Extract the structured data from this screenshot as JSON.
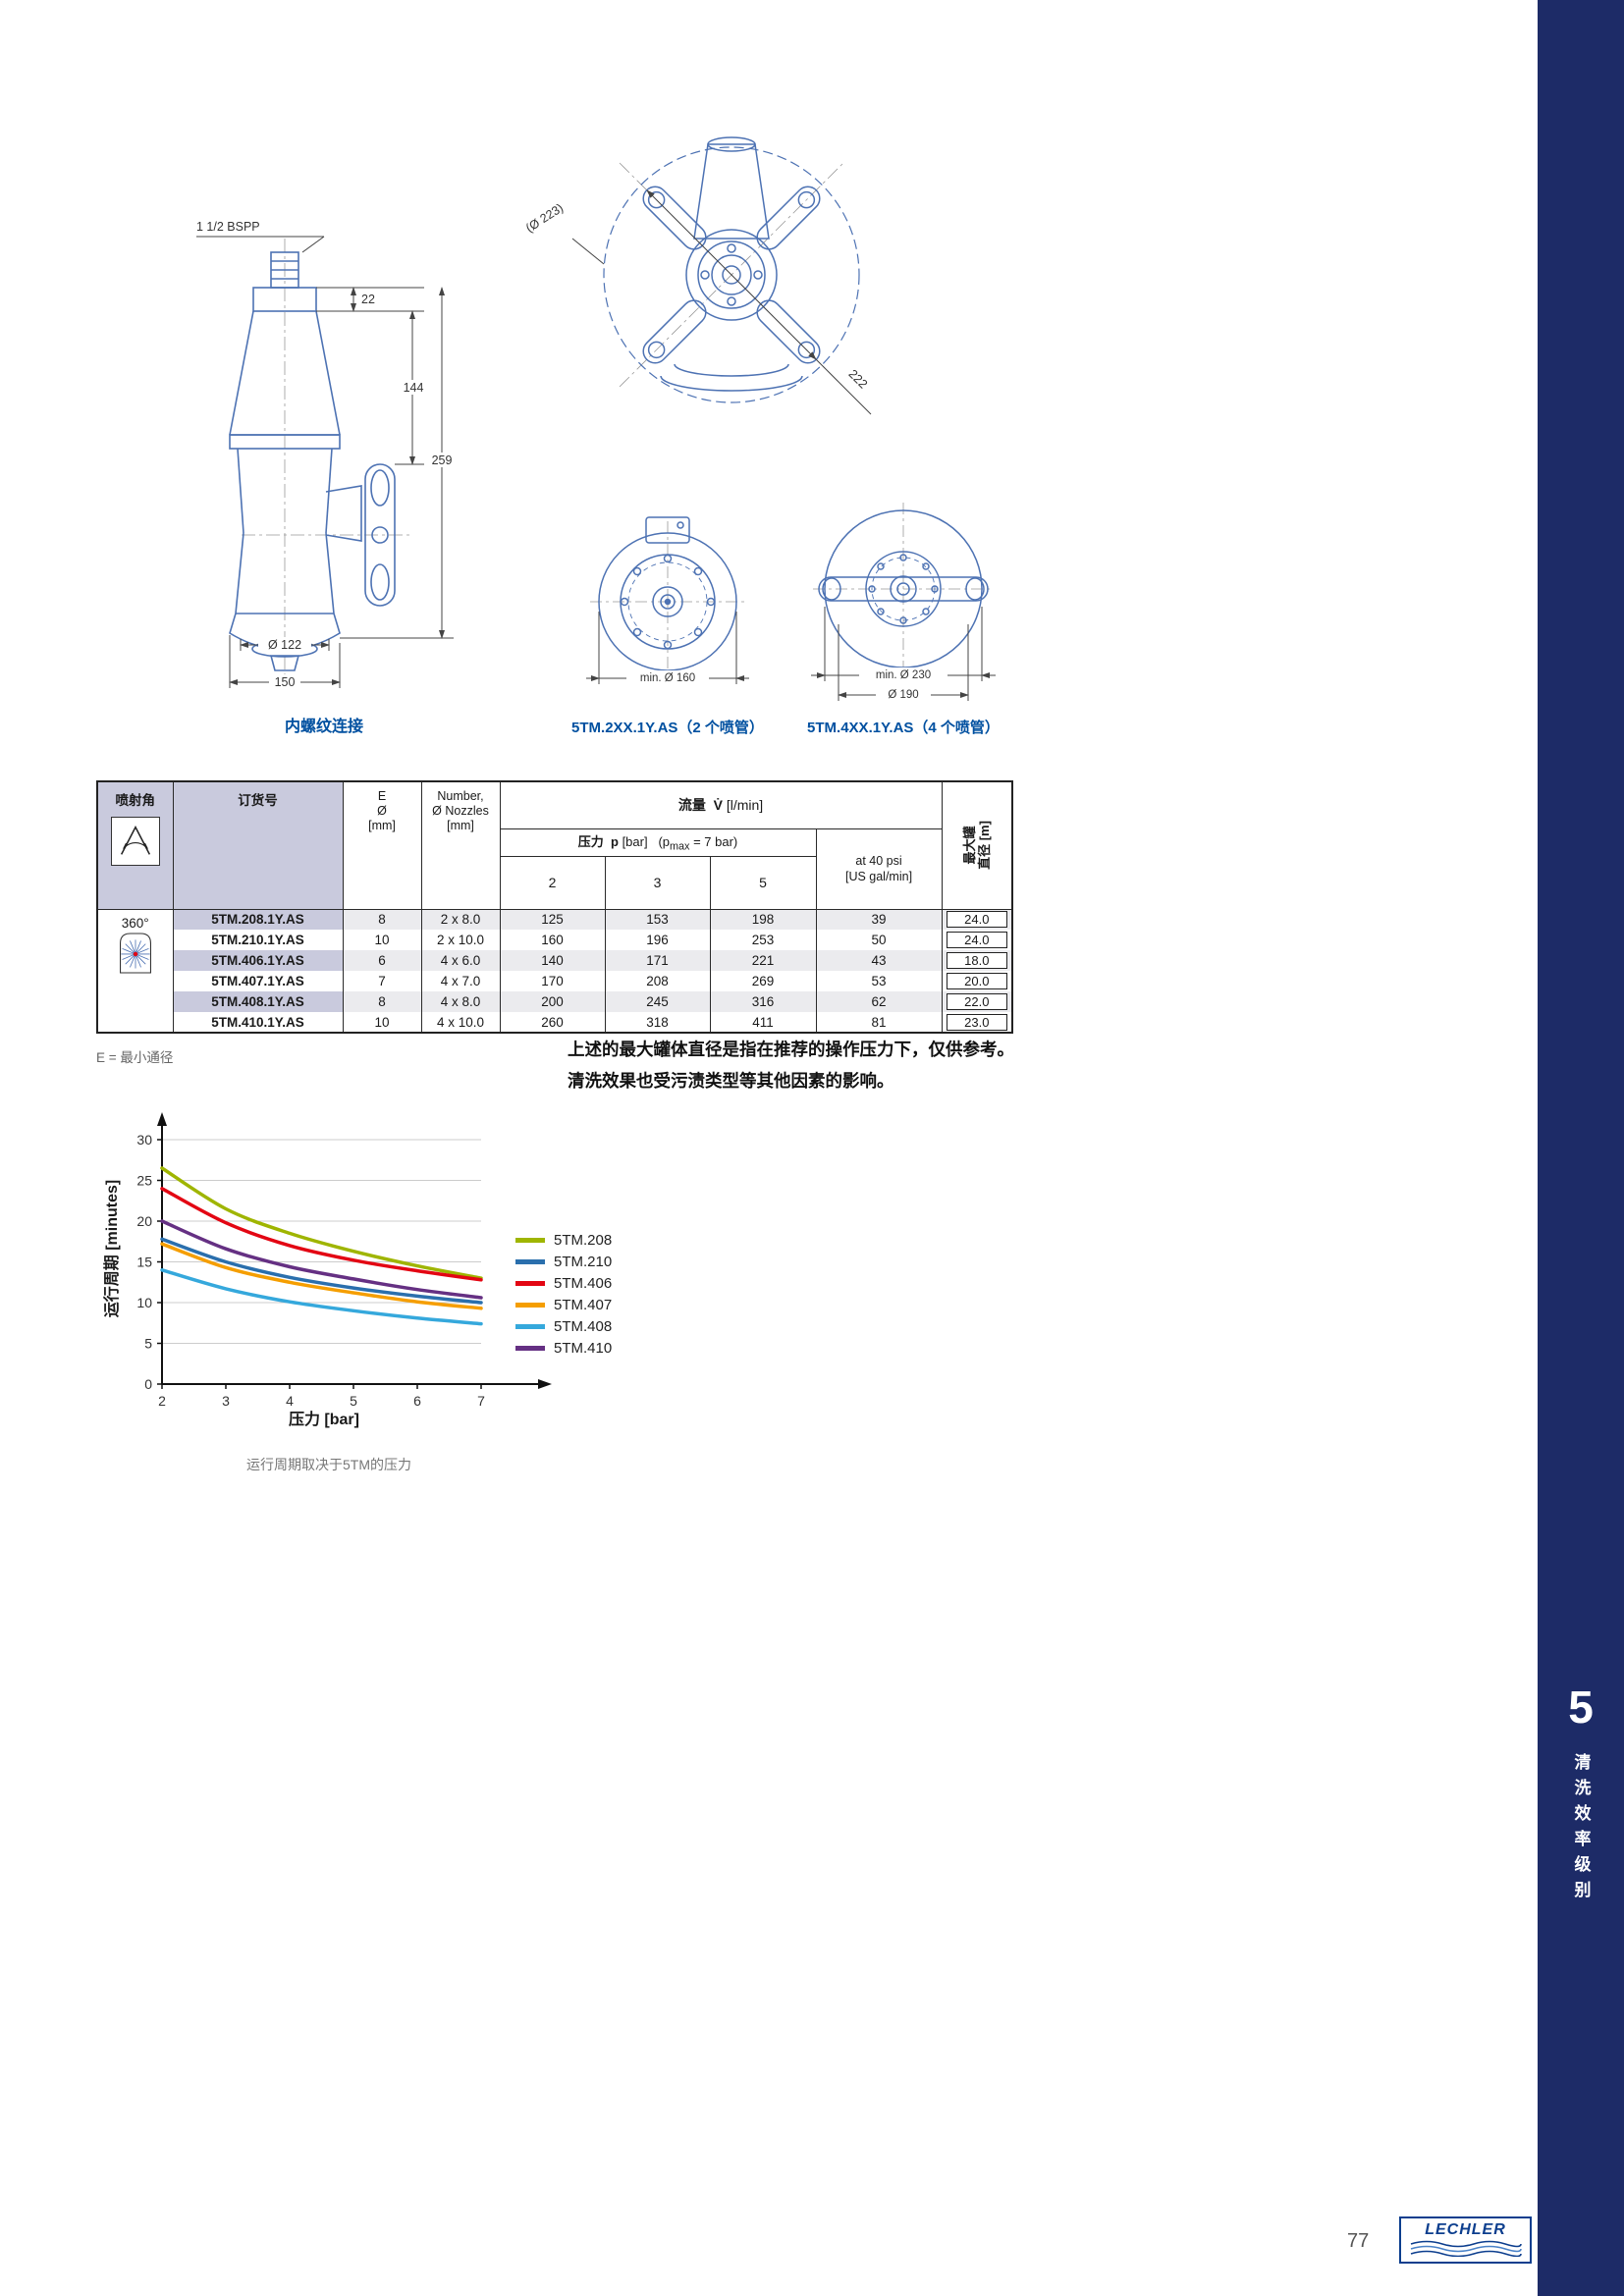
{
  "page": {
    "number": "77"
  },
  "sidebar": {
    "chapter_number": "5",
    "chapter_title": "清洗效率级别"
  },
  "logo": {
    "brand": "LECHLER"
  },
  "drawings": {
    "side_view": {
      "caption": "内螺纹连接",
      "dims": {
        "thread": "1 1/2 BSPP",
        "cap_height": "22",
        "arm_height": "144",
        "total_height": "259",
        "dome_diameter": "Ø 122",
        "overall_width": "150"
      }
    },
    "top_view": {
      "dims": {
        "circle_diameter": "(Ø 223)",
        "diagonal": "222"
      }
    },
    "bottom_view_two_nozzles": {
      "caption": "5TM.2XX.1Y.AS（2 个喷管）",
      "dims": {
        "min_opening": "min. Ø 160"
      }
    },
    "bottom_view_four_nozzles": {
      "caption": "5TM.4XX.1Y.AS（4 个喷管）",
      "dims": {
        "min_opening": "min. Ø 230",
        "flange": "Ø 190"
      }
    }
  },
  "table": {
    "headers": {
      "spray_angle": "喷射角",
      "order_no": "订货号",
      "e_line1": "E",
      "e_line2": "Ø",
      "e_line3": "[mm]",
      "nozzles_line1": "Number,",
      "nozzles_line2": "Ø Nozzles",
      "nozzles_line3": "[mm]",
      "flow_label": "流量",
      "flow_symbol": "V̇",
      "flow_unit": "[l/min]",
      "pressure_label": "压力",
      "pressure_symbol": "p",
      "pressure_unit": "[bar]",
      "pressure_paren_open": "(p",
      "pressure_sub": "max",
      "pressure_paren_close": " = 7 bar)",
      "p2": "2",
      "p3": "3",
      "p5": "5",
      "psi_line1": "at 40 psi",
      "psi_line2": "[US gal/min]",
      "tank_line1": "最大罐",
      "tank_line2": "直径 [m]"
    },
    "spray_angle_value": "360°",
    "rows": [
      {
        "order": "5TM.208.1Y.AS",
        "e": "8",
        "nozzles": "2 x 8.0",
        "flow_2bar": "125",
        "flow_3bar": "153",
        "flow_5bar": "198",
        "flow_40psi": "39",
        "tank": "24.0"
      },
      {
        "order": "5TM.210.1Y.AS",
        "e": "10",
        "nozzles": "2 x 10.0",
        "flow_2bar": "160",
        "flow_3bar": "196",
        "flow_5bar": "253",
        "flow_40psi": "50",
        "tank": "24.0"
      },
      {
        "order": "5TM.406.1Y.AS",
        "e": "6",
        "nozzles": "4 x 6.0",
        "flow_2bar": "140",
        "flow_3bar": "171",
        "flow_5bar": "221",
        "flow_40psi": "43",
        "tank": "18.0"
      },
      {
        "order": "5TM.407.1Y.AS",
        "e": "7",
        "nozzles": "4 x 7.0",
        "flow_2bar": "170",
        "flow_3bar": "208",
        "flow_5bar": "269",
        "flow_40psi": "53",
        "tank": "20.0"
      },
      {
        "order": "5TM.408.1Y.AS",
        "e": "8",
        "nozzles": "4 x 8.0",
        "flow_2bar": "200",
        "flow_3bar": "245",
        "flow_5bar": "316",
        "flow_40psi": "62",
        "tank": "22.0"
      },
      {
        "order": "5TM.410.1Y.AS",
        "e": "10",
        "nozzles": "4 x 10.0",
        "flow_2bar": "260",
        "flow_3bar": "318",
        "flow_5bar": "411",
        "flow_40psi": "81",
        "tank": "23.0"
      }
    ]
  },
  "notes": {
    "e_note": "E = 最小通径",
    "line1": "上述的最大罐体直径是指在推荐的操作压力下，仅供参考。",
    "line2": "清洗效果也受污渍类型等其他因素的影响。"
  },
  "chart_data": {
    "type": "line",
    "xlabel": "压力 [bar]",
    "ylabel": "运行周期 [minutes]",
    "caption": "运行周期取决于5TM的压力",
    "x": [
      2,
      3,
      4,
      5,
      6,
      7
    ],
    "xlim": [
      2,
      7
    ],
    "ylim": [
      0,
      30
    ],
    "xticks": [
      2,
      3,
      4,
      5,
      6,
      7
    ],
    "yticks": [
      0,
      5,
      10,
      15,
      20,
      25,
      30
    ],
    "grid": true,
    "legend_position": "right",
    "series": [
      {
        "name": "5TM.208",
        "color": "#9fb500",
        "values": [
          26.5,
          21.5,
          18.5,
          16.3,
          14.5,
          13.0
        ]
      },
      {
        "name": "5TM.210",
        "color": "#2a6fad",
        "values": [
          17.8,
          15.0,
          13.1,
          11.8,
          10.8,
          10.0
        ]
      },
      {
        "name": "5TM.406",
        "color": "#e30613",
        "values": [
          24.0,
          19.8,
          17.0,
          15.2,
          13.9,
          12.8
        ]
      },
      {
        "name": "5TM.407",
        "color": "#f59e00",
        "values": [
          17.2,
          14.3,
          12.5,
          11.2,
          10.1,
          9.3
        ]
      },
      {
        "name": "5TM.408",
        "color": "#35a8dc",
        "values": [
          14.0,
          11.7,
          10.1,
          9.0,
          8.1,
          7.4
        ]
      },
      {
        "name": "5TM.410",
        "color": "#653083",
        "values": [
          20.0,
          16.6,
          14.4,
          12.9,
          11.6,
          10.6
        ]
      }
    ]
  }
}
